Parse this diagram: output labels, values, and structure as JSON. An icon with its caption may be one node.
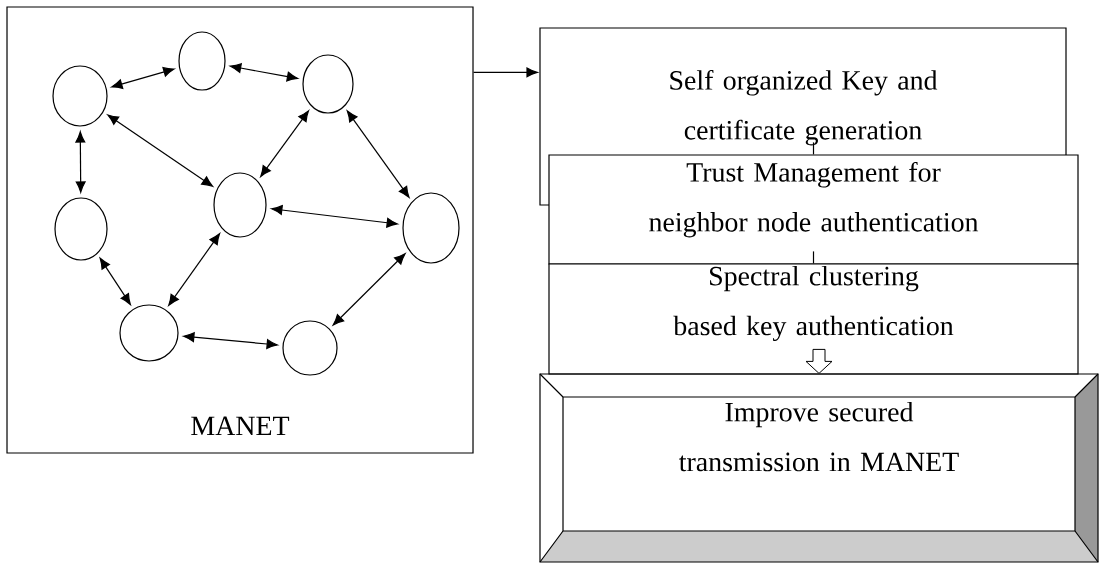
{
  "diagram": {
    "nodes": [
      {
        "text": [
          "MANET"
        ]
      },
      {
        "text": [],
        "shape": "circle",
        "in": 0
      },
      {
        "text": [],
        "shape": "circle",
        "in": 0
      },
      {
        "text": [],
        "shape": "circle",
        "in": 0
      },
      {
        "text": [],
        "shape": "circle",
        "in": 0
      },
      {
        "text": [],
        "shape": "circle",
        "in": 0
      },
      {
        "text": [],
        "shape": "circle",
        "in": 0
      },
      {
        "text": [],
        "shape": "circle",
        "in": 0
      },
      {
        "text": [],
        "shape": "circle",
        "in": 0
      },
      {
        "text": [
          "Self organized Key and certificate generation"
        ]
      },
      {
        "text": [
          "Trust Management for neighbor node authentication"
        ]
      },
      {
        "text": [
          "Spectral clustering based key authentication"
        ]
      },
      {
        "text": [
          "Improve secured transmission in MANET"
        ]
      }
    ],
    "edges": [
      {
        "from": 3,
        "to": 1,
        "arrow": "both"
      },
      {
        "from": 1,
        "to": 2,
        "arrow": "both"
      },
      {
        "from": 3,
        "to": 6,
        "arrow": "both"
      },
      {
        "from": 3,
        "to": 4,
        "arrow": "both"
      },
      {
        "from": 2,
        "to": 4,
        "arrow": "both"
      },
      {
        "from": 2,
        "to": 5,
        "arrow": "both"
      },
      {
        "from": 4,
        "to": 5,
        "arrow": "both"
      },
      {
        "from": 6,
        "to": 7,
        "arrow": "both"
      },
      {
        "from": 4,
        "to": 7,
        "arrow": "both"
      },
      {
        "from": 7,
        "to": 8,
        "arrow": "both"
      },
      {
        "from": 8,
        "to": 5,
        "arrow": "both"
      },
      {
        "from": 0,
        "to": 9,
        "arrow": "to"
      },
      {
        "from": 9,
        "to": 10,
        "arrow": "none"
      },
      {
        "from": 10,
        "to": 11,
        "arrow": "none"
      },
      {
        "from": 11,
        "to": 12,
        "arrow": "to"
      }
    ]
  }
}
